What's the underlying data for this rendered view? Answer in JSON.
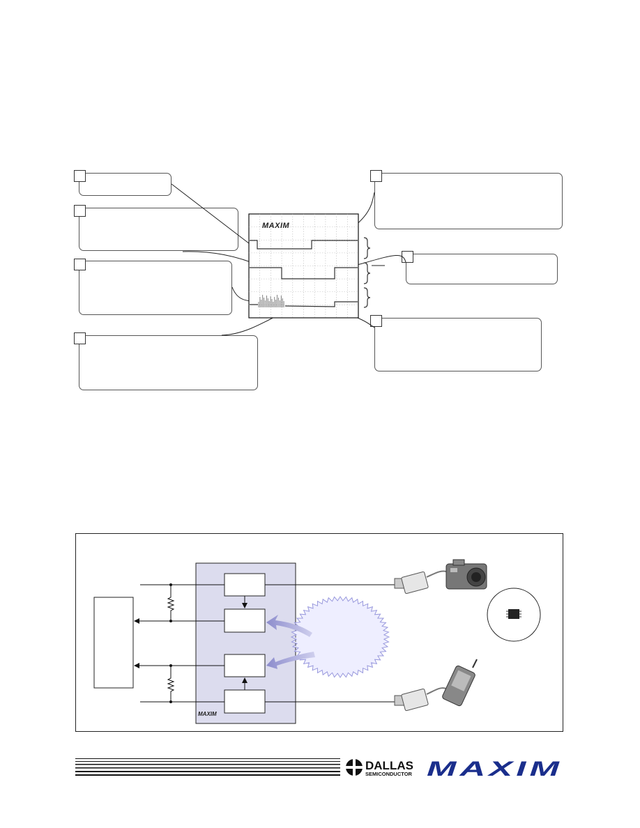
{
  "scope": {
    "logo_text": "MAXIM",
    "traces": [
      {
        "name": "trace-1",
        "level_high": 1,
        "level_low": 0
      },
      {
        "name": "trace-2",
        "level_high": 1,
        "level_low": 0
      },
      {
        "name": "trace-3",
        "level_high": 1,
        "level_low": 0
      }
    ]
  },
  "block_diagram": {
    "chip_logo_text": "MAXIM",
    "devices": [
      "camera-icon",
      "pda-icon",
      "usb-connector-icon",
      "ic-chip-icon"
    ]
  },
  "footer": {
    "brand_dallas_line1": "DALLAS",
    "brand_dallas_line2": "SEMICONDUCTOR",
    "brand_maxim": "MAXIM"
  },
  "colors": {
    "panel_fill": "#dcdcee",
    "burst_fill": "#eeeeff",
    "burst_edge": "#9999dd",
    "arrow_fill": "#8c8ccc",
    "maxim_blue": "#1a2e8c"
  }
}
